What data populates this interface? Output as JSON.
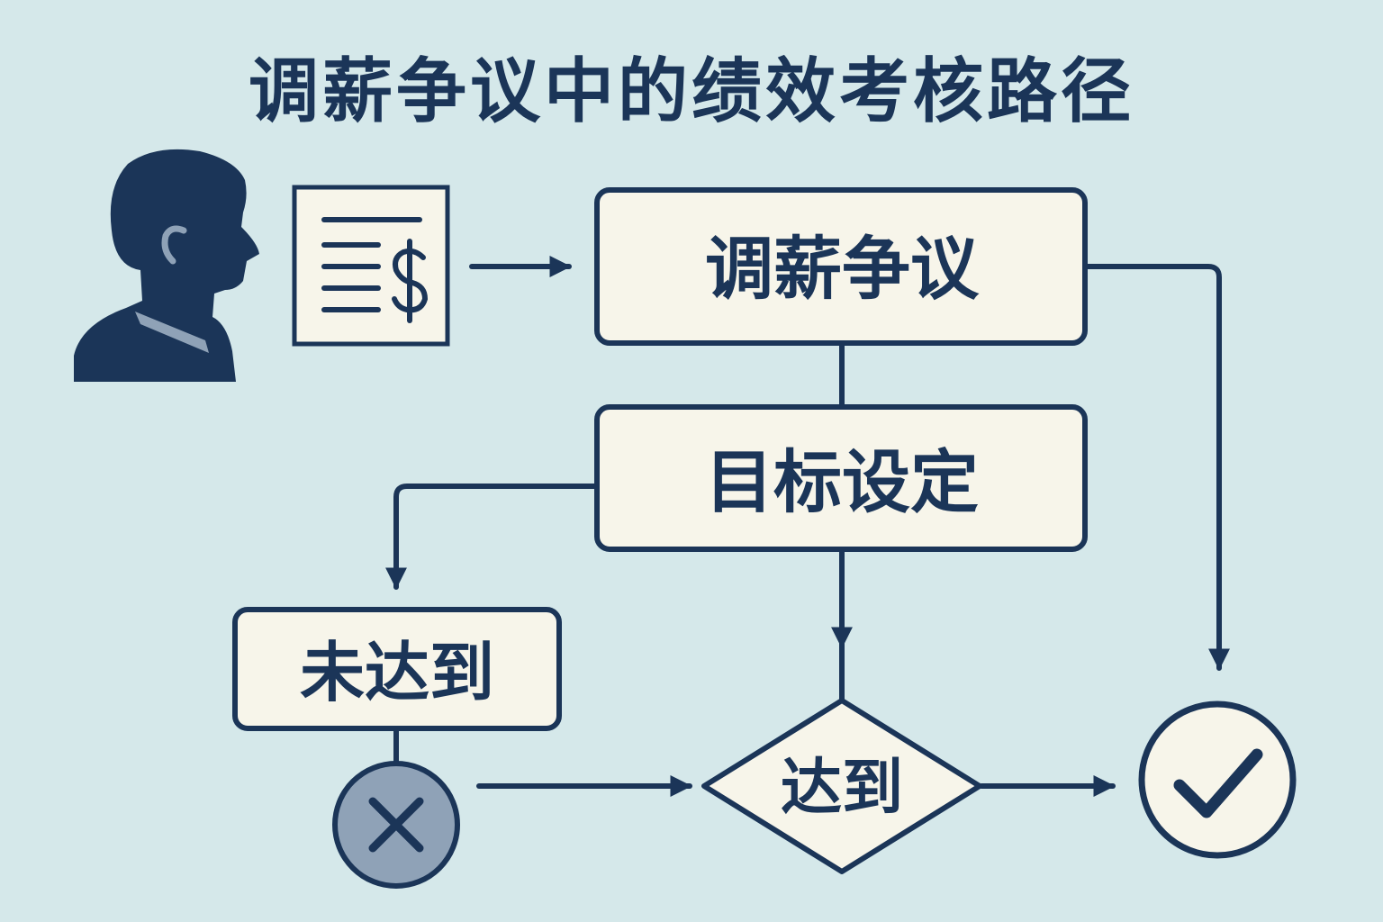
{
  "title": "调薪争议中的绩效考核路径",
  "nodes": {
    "salary_dispute": "调薪争议",
    "goal_setting": "目标设定",
    "not_achieved": "未达到",
    "achieved": "达到"
  },
  "icons": {
    "person": "person-silhouette-icon",
    "salary_document": "salary-document-icon",
    "fail": "cross-circle-icon",
    "success": "check-circle-icon"
  },
  "colors": {
    "background": "#d5e8ea",
    "primary": "#1b3558",
    "box_fill": "#f7f5ea",
    "fail_fill": "#8fa2b7"
  }
}
